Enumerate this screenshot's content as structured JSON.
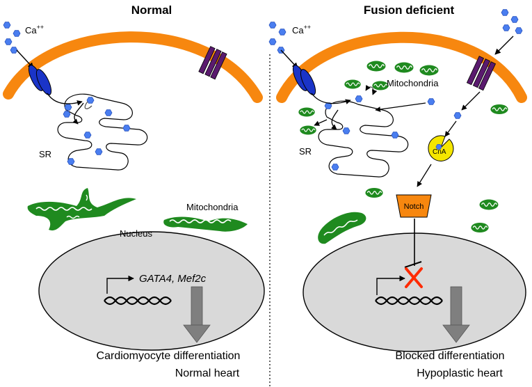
{
  "panels": {
    "left": {
      "title": "Normal",
      "ca_label": "Ca",
      "ca_sup": "++",
      "sr_label": "SR",
      "mito_label": "Mitochondria",
      "nucleus_label": "Nucleus",
      "genes_label": "GATA4, Mef2c",
      "outcome_1": "Cardiomyocyte differentiation",
      "outcome_2": "Normal heart"
    },
    "right": {
      "title": "Fusion deficient",
      "ca_label": "Ca",
      "ca_sup": "++",
      "mito_label": "Mitochondria",
      "sr_label": "SR",
      "cna_label": "CnA",
      "notch_label": "Notch",
      "outcome_1": "Blocked differentiation",
      "outcome_2": "Hypoplastic heart"
    }
  },
  "colors": {
    "membrane": "#f7870f",
    "channel_blue": "#1a34c8",
    "channel_purple": "#5a1a6e",
    "calcium": "#4a7ef0",
    "mitochondria": "#1f8a1f",
    "nucleus_fill": "#d9d9d9",
    "cna": "#f5e600",
    "notch": "#f7870f",
    "block_x": "#ff2a00",
    "arrow_gray": "#7f7f7f"
  }
}
